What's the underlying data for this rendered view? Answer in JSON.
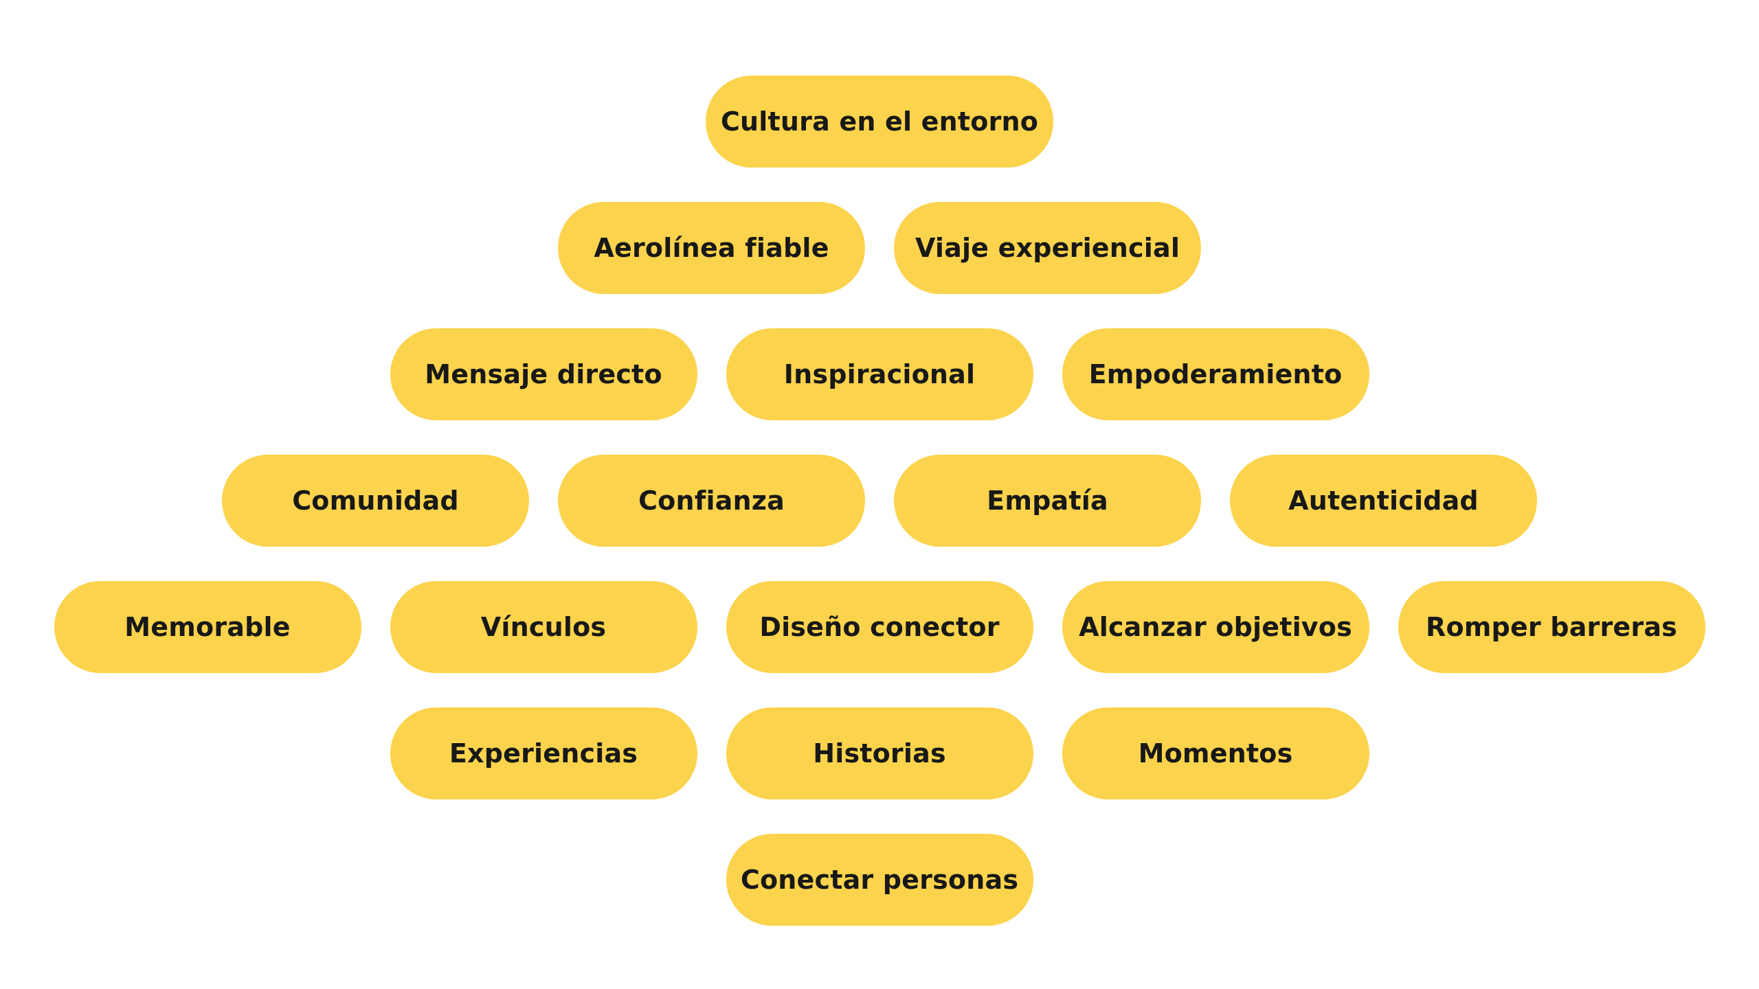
{
  "page": {
    "background": "#ffffff"
  },
  "diagram": {
    "node_color": "#FBD34C",
    "text_color": "#181818",
    "rows": [
      {
        "nodes": [
          "Cultura en el entorno"
        ]
      },
      {
        "nodes": [
          "Aerolínea fiable",
          "Viaje experiencial"
        ]
      },
      {
        "nodes": [
          "Mensaje directo",
          "Inspiracional",
          "Empoderamiento"
        ]
      },
      {
        "nodes": [
          "Comunidad",
          "Confianza",
          "Empatía",
          "Autenticidad"
        ]
      },
      {
        "nodes": [
          "Memorable",
          "Vínculos",
          "Diseño conector",
          "Alcanzar objetivos",
          "Romper barreras"
        ]
      },
      {
        "nodes": [
          "Experiencias",
          "Historias",
          "Momentos"
        ]
      },
      {
        "nodes": [
          "Conectar personas"
        ]
      }
    ]
  }
}
